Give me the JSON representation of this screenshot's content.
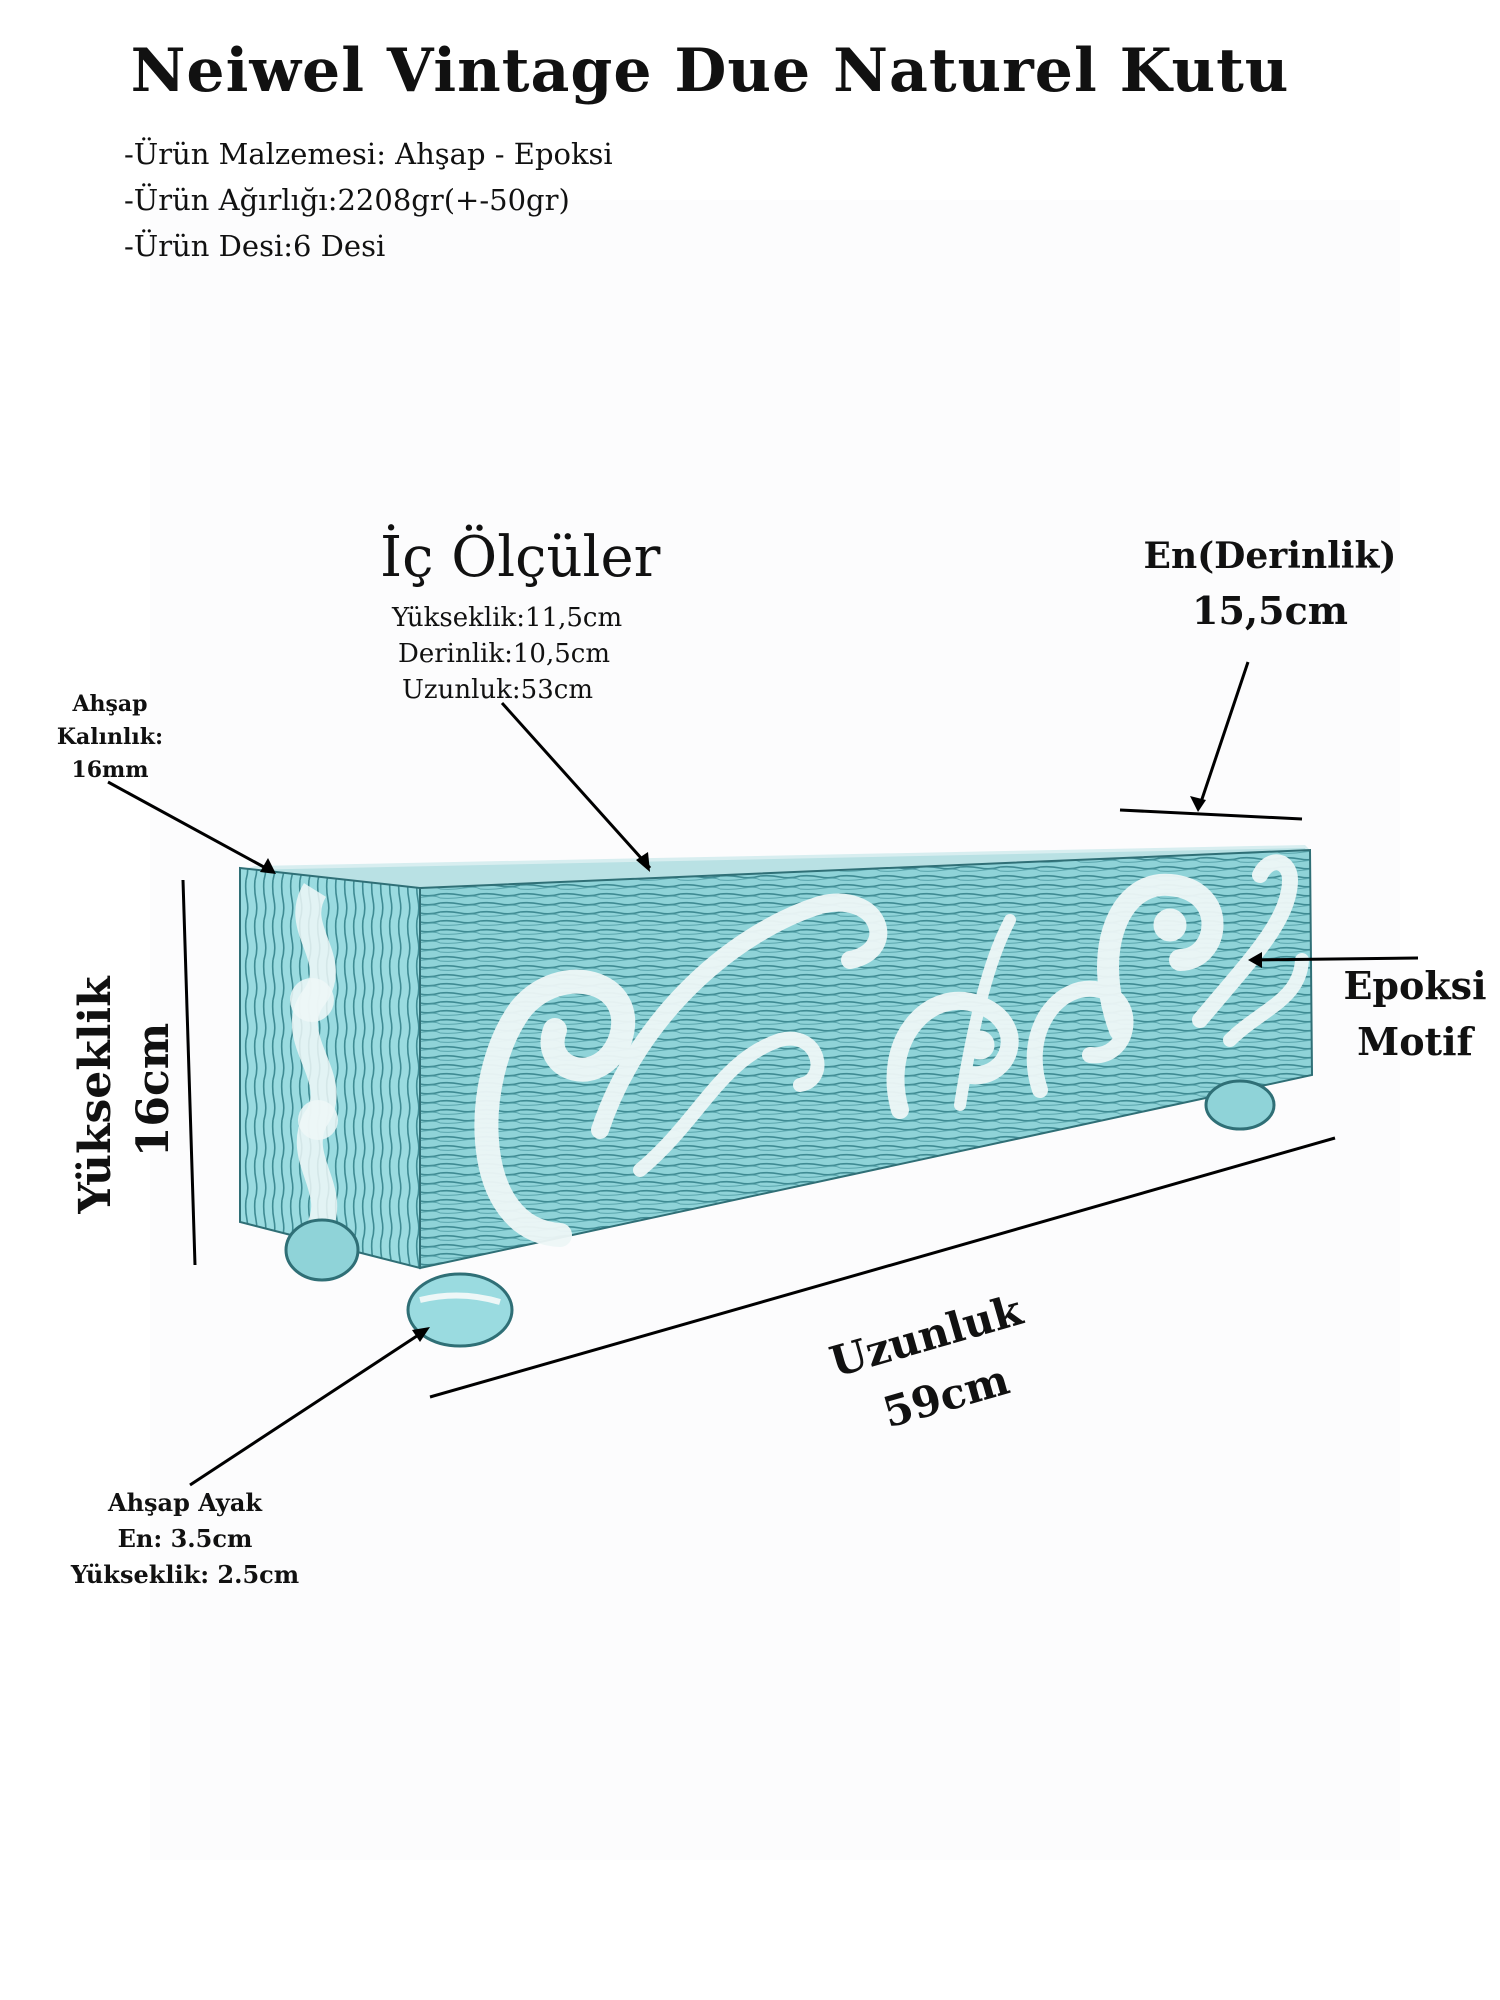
{
  "title": "Neiwel Vintage Due Naturel Kutu",
  "specs": [
    "-Ürün Malzemesi: Ahşap  -  Epoksi",
    "-Ürün Ağırlığı:2208gr(+-50gr)",
    "-Ürün Desi:6 Desi"
  ],
  "inner": {
    "title": "İç Ölçüler",
    "height": "Yükseklik:11,5cm",
    "depth": "Derinlik:10,5cm",
    "length": "Uzunluk:53cm"
  },
  "depth_label": {
    "name": "En(Derinlik)",
    "value": "15,5cm"
  },
  "wood_thickness": {
    "line1": "Ahşap",
    "line2": "Kalınlık:",
    "line3": "16mm"
  },
  "height_label": {
    "name": "Yükseklik",
    "value": "16cm"
  },
  "epoxy_label": {
    "line1": "Epoksi",
    "line2": "Motif"
  },
  "length_label": {
    "name": "Uzunluk",
    "value": "59cm"
  },
  "foot_label": {
    "line1": "Ahşap Ayak",
    "line2": "En: 3.5cm",
    "line3": "Yükseklik: 2.5cm"
  },
  "colors": {
    "box": "#8ad0d6",
    "box_dark": "#3e8a92",
    "ornament": "#eef7f7",
    "text": "#111111"
  }
}
